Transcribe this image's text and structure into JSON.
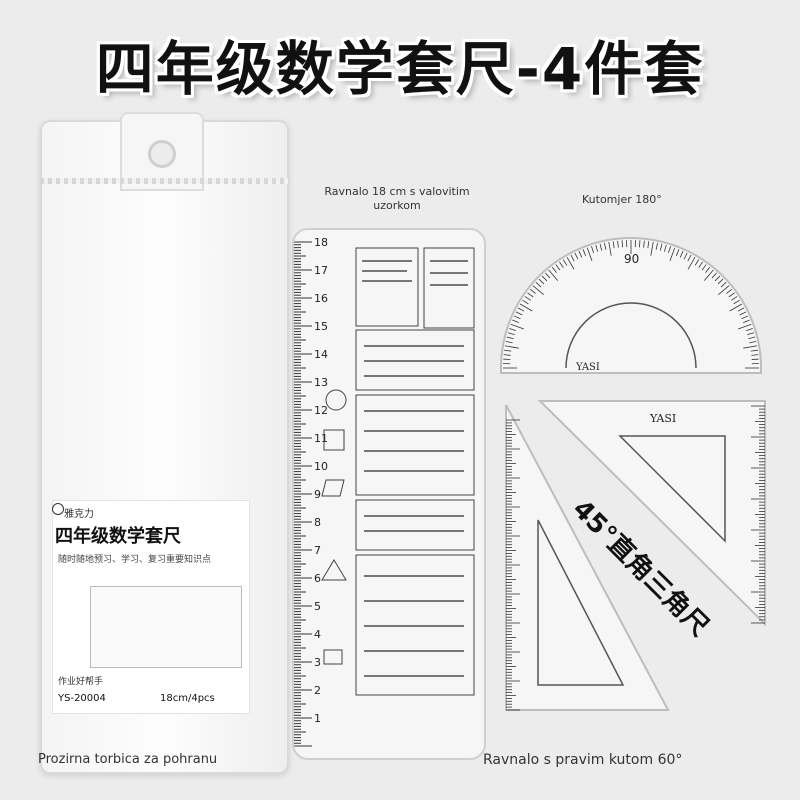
{
  "title": "四年级数学套尺-4件套",
  "captions": {
    "ruler": "Ravnalo 18 cm s valovitim uzorkom",
    "protractor": "Kutomjer 180°",
    "pouch": "Prozirna torbica za pohranu",
    "triangles": "Ravnalo s pravim kutom 60°"
  },
  "card": {
    "brand": "雅克力",
    "title": "四年级数学套尺",
    "subtitle": "随时随地预习、学习、复习重要知识点",
    "footer_left": "作业好帮手",
    "model": "YS-20004",
    "size": "18cm/4pcs"
  },
  "protractor": {
    "mark": "90",
    "brand": "YASI"
  },
  "triangle": {
    "label": "45°直角三角尺",
    "brand": "YASI"
  },
  "ruler_numbers": [
    "18",
    "17",
    "16",
    "15",
    "14",
    "13",
    "12",
    "11",
    "10",
    "9",
    "8",
    "7",
    "6",
    "5",
    "4",
    "3",
    "2",
    "1"
  ]
}
